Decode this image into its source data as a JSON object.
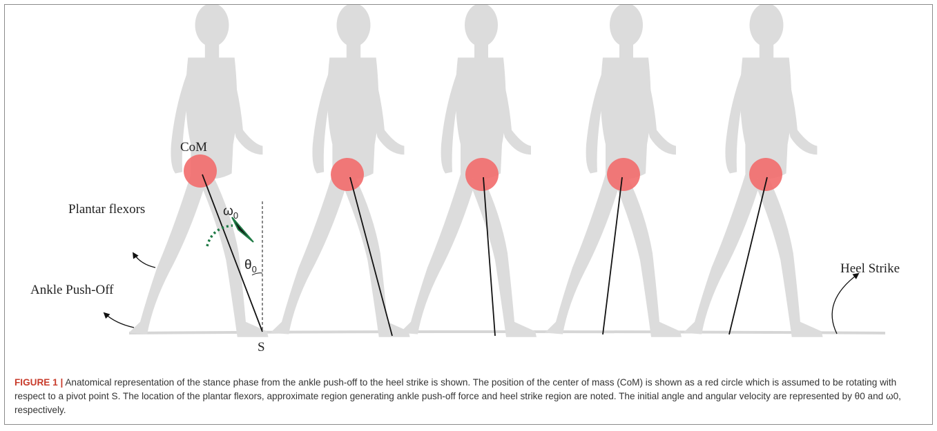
{
  "labels": {
    "com": "CoM",
    "omega": "ω",
    "theta": "θ",
    "subscript_zero": "0",
    "pivot": "S",
    "plantar_flexors": "Plantar flexors",
    "ankle_push_off": "Ankle Push-Off",
    "heel_strike": "Heel Strike"
  },
  "caption": {
    "label": "FIGURE 1 |",
    "lines": [
      "Anatomical representation of the stance phase from the ankle push-off to the heel strike is shown. The position of the center of mass (CoM) is shown as a",
      "red circle which is assumed to be rotating with respect to a pivot point S. The location of the plantar flexors, approximate region generating ankle push-off force and",
      "heel strike region are noted. The initial angle and angular velocity are represented by θ0 and ω0, respectively."
    ]
  },
  "colors": {
    "silhouette": "#dcdcdc",
    "com_circle": "#f26b6b",
    "leg_line": "#111111",
    "angular_arrow": "#1f7a45",
    "caption_label": "#c83b2b"
  }
}
